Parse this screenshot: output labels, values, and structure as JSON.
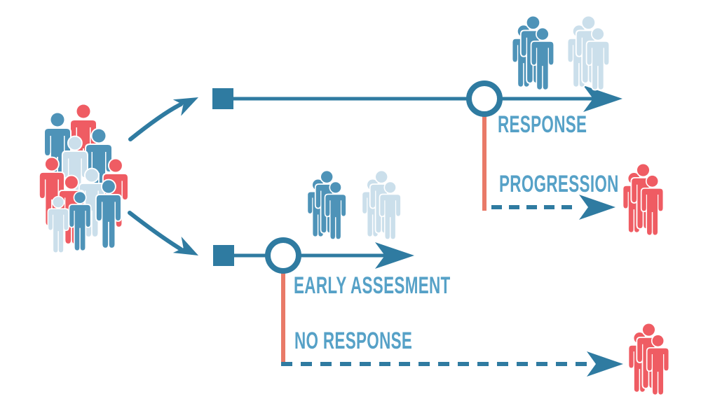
{
  "colors": {
    "background": "#ffffff",
    "stroke_blue": "#2f7ba1",
    "label_blue": "#56a1c7",
    "person_blue": "#4e93b8",
    "person_light_blue": "#cbdfeb",
    "person_red": "#ef5c63",
    "timeline_orange": "#e97a68"
  },
  "labels": {
    "response": "RESPONSE",
    "progression": "PROGRESSION",
    "early_assessment": "EARLY ASSESMENT",
    "no_response": "NO RESPONSE"
  },
  "icons": {
    "crowd": "patient-crowd-icon",
    "group_blue": "patient-group-blue-icon",
    "group_faded": "patient-group-faded-icon",
    "group_red": "patient-group-red-icon",
    "start_square": "start-square-marker",
    "checkpoint_circle": "checkpoint-circle-marker",
    "solid_arrow": "timeline-arrow-icon",
    "dashed_arrow": "dashed-outcome-arrow-icon",
    "curved_arrow": "randomization-arrow-icon"
  }
}
